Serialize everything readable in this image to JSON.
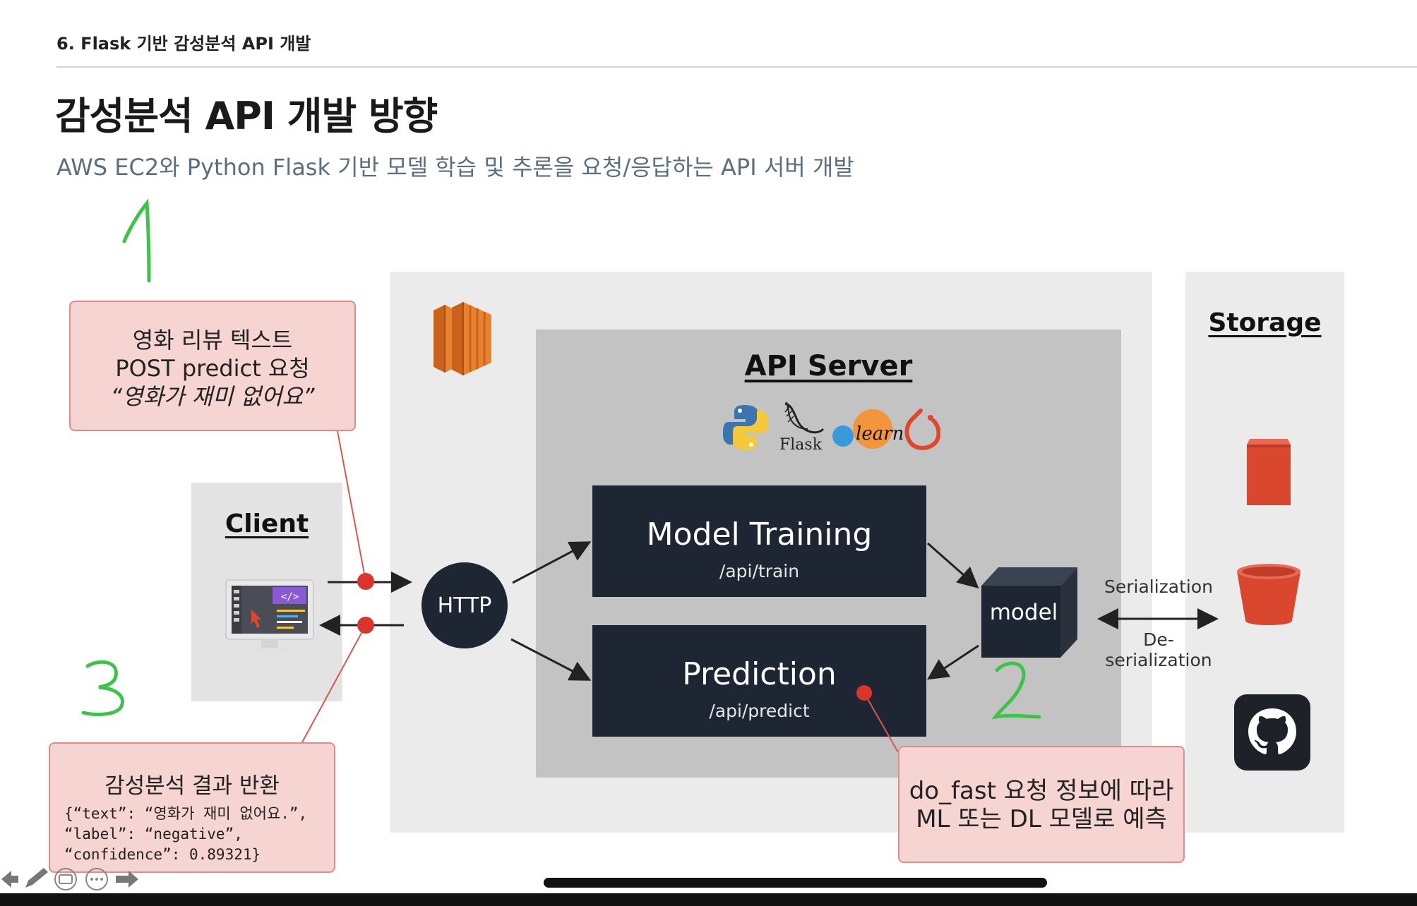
{
  "header": {
    "section_label": "6. Flask 기반 감성분석 API 개발",
    "title": "감성분석 API 개발 방향",
    "subtitle": "AWS EC2와 Python Flask 기반 모델 학습 및 추론을 요청/응답하는 API 서버 개발"
  },
  "diagram": {
    "api_server_title": "API Server",
    "storage_title": "Storage",
    "client_title": "Client",
    "http_label": "HTTP",
    "flask_logo_text": "Flask",
    "sklearn_logo_text": "learn",
    "model_training": {
      "title": "Model Training",
      "endpoint": "/api/train"
    },
    "prediction": {
      "title": "Prediction",
      "endpoint": "/api/predict"
    },
    "model_label": "model",
    "serialization_label": "Serialization",
    "deserialization_label": "De-serialization"
  },
  "callouts": {
    "request": {
      "line1": "영화 리뷰 텍스트",
      "line2": "POST predict 요청",
      "line3": "“영화가 재미 없어요”"
    },
    "result": {
      "title": "감성분석 결과 반환",
      "code_line1": "{“text”: “영화가 재미 없어요.”,",
      "code_line2": "“label”: “negative”,",
      "code_line3": "“confidence”: 0.89321}"
    },
    "do_fast": {
      "line1": "do_fast 요청 정보에 따라",
      "line2": "ML 또는 DL 모델로 예측"
    }
  },
  "annotations": {
    "mark_1": "1",
    "mark_2": "2",
    "mark_3": "3"
  },
  "colors": {
    "dark_box": "#1e2633",
    "callout_fill": "#f6d4d2",
    "callout_border": "#e08c87",
    "handwriting_green": "#3fc24a",
    "aws_orange": "#e8822e",
    "storage_red": "#d9472f"
  },
  "toolbar": {
    "icons": [
      "back-arrow-icon",
      "pencil-icon",
      "caption-icon",
      "more-icon",
      "forward-arrow-icon"
    ]
  }
}
